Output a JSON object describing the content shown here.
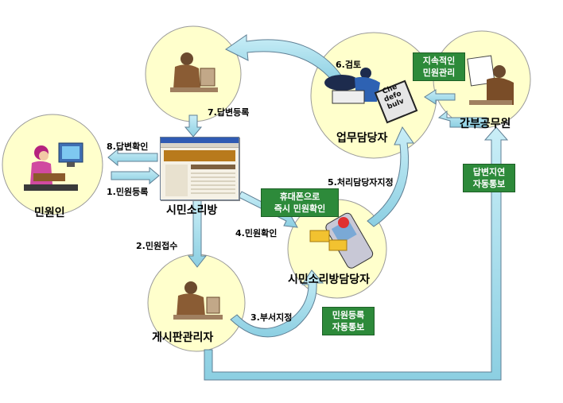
{
  "nodes": {
    "citizen": "민원인",
    "portal": "시민소리방",
    "board_admin": "게시판관리자",
    "channel_manager": "시민소리방담당자",
    "dept_manager": "업무담당자",
    "executive": "간부공무원"
  },
  "steps": {
    "s1": "1.민원등록",
    "s2": "2.민원접수",
    "s3": "3.부서지정",
    "s4": "4.민원확인",
    "s5": "5.처리담당자지정",
    "s6": "6.검토",
    "s7": "7.답변등록",
    "s8": "8.답변확인"
  },
  "notes": {
    "phone_line1": "휴대폰으로",
    "phone_line2": "즉시 민원확인",
    "auto_line1": "민원등록",
    "auto_line2": "자동통보",
    "delay_line1": "답변지연",
    "delay_line2": "자동통보",
    "mgmt_line1": "지속적인",
    "mgmt_line2": "민원관리"
  },
  "book_lines": [
    "Che",
    "defo",
    "bulv"
  ],
  "colors": {
    "circle_fill": "#ffffcc",
    "arrow_fill": "#9fd8e8",
    "arrow_stroke": "#5f7f94",
    "note_fill": "#2d8a3a"
  }
}
